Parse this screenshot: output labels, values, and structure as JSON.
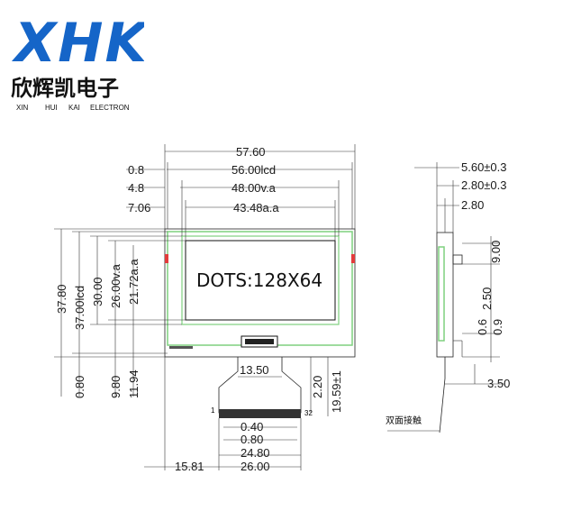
{
  "brand": {
    "logo_text": "XHK",
    "name_cn": "欣辉凯电子",
    "name_en": [
      "XIN",
      "HUI",
      "KAI",
      "ELECTRON"
    ],
    "logo_color": "#1565c8"
  },
  "display": {
    "label": "DOTS:128X64",
    "fpc_pin_first": "1",
    "fpc_pin_last": "32",
    "frame_color": "#7fd07f",
    "accent_color": "#e23b3b"
  },
  "top_dims": [
    "57.60",
    "0.8",
    "56.00lcd",
    "4.8",
    "48.00v.a",
    "7.06",
    "43.48a.a"
  ],
  "left_dims": [
    "37.80",
    "37.00lcd",
    "30.00",
    "26.00v.a",
    "21.72a.a",
    "0.80",
    "9.80",
    "11.94"
  ],
  "fpc_dims": [
    "13.50",
    "2.20",
    "19.59±1",
    "0.40",
    "0.80",
    "24.80",
    "15.81",
    "26.00"
  ],
  "side_dims": [
    "5.60±0.3",
    "2.80±0.3",
    "2.80",
    "9.00",
    "2.50",
    "0.6",
    "0.9",
    "3.50"
  ],
  "side_note": "双面接触"
}
